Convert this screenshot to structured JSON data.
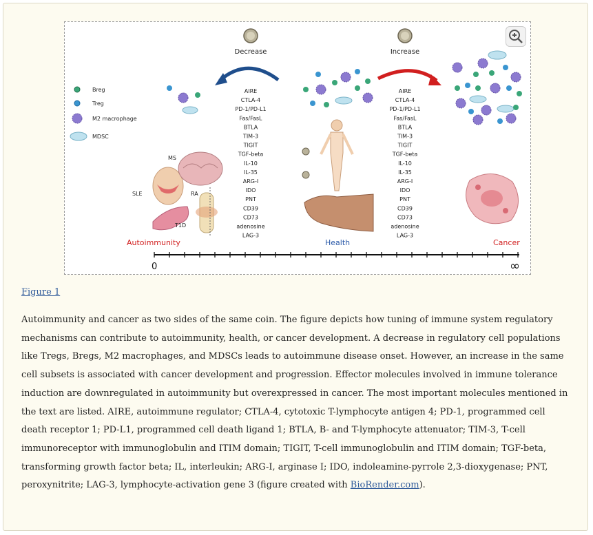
{
  "figure": {
    "link_label": "Figure 1",
    "legend": [
      "Breg",
      "Treg",
      "M2 macrophage",
      "MDSC"
    ],
    "decrease_label": "Decrease",
    "increase_label": "Increase",
    "molecules": [
      "AIRE",
      "CTLA-4",
      "PD-1/PD-L1",
      "Fas/FasL",
      "BTLA",
      "TIM-3",
      "TIGIT",
      "TGF-beta",
      "IL-10",
      "IL-35",
      "ARG-I",
      "IDO",
      "PNT",
      "CD39",
      "CD73",
      "adenosine",
      "LAG-3"
    ],
    "disease_labels": {
      "ms": "MS",
      "sle": "SLE",
      "ra": "RA",
      "t1d": "T1D"
    },
    "section_labels": {
      "autoimmunity": "Autoimmunity",
      "health": "Health",
      "cancer": "Cancer"
    },
    "axis": {
      "start": "0",
      "end": "∞"
    },
    "colors": {
      "red": "#d11f1f",
      "blue": "#2a59a8",
      "breg": "#3aa678",
      "treg": "#3a95d0",
      "m2": "#8c7ad0",
      "mdsc": "#bfe2ef"
    }
  },
  "caption": {
    "text": "Autoimmunity and cancer as two sides of the same coin. The figure depicts how tuning of immune system regulatory mechanisms can contribute to autoimmunity, health, or cancer development. A decrease in regulatory cell populations like Tregs, Bregs, M2 macrophages, and MDSCs leads to autoimmune disease onset. However, an increase in the same cell subsets is associated with cancer development and progression. Effector molecules involved in immune tolerance induction are downregulated in autoimmunity but overexpressed in cancer. The most important molecules mentioned in the text are listed. AIRE, autoimmune regulator; CTLA-4, cytotoxic T-lymphocyte antigen 4; PD-1, programmed cell death receptor 1; PD-L1, programmed cell death ligand 1; BTLA, B- and T-lymphocyte attenuator; TIM-3, T-cell immunoreceptor with immunoglobulin and ITIM domain; TIGIT, T-cell immunoglobulin and ITIM domain; TGF-beta, transforming growth factor beta; IL, interleukin; ARG-I, arginase I; IDO, indoleamine-pyrrole 2,3-dioxygenase; PNT, peroxynitrite; LAG-3, lymphocyte-activation gene 3 (figure created with ",
    "link": "BioRender.com",
    "end": ")."
  }
}
